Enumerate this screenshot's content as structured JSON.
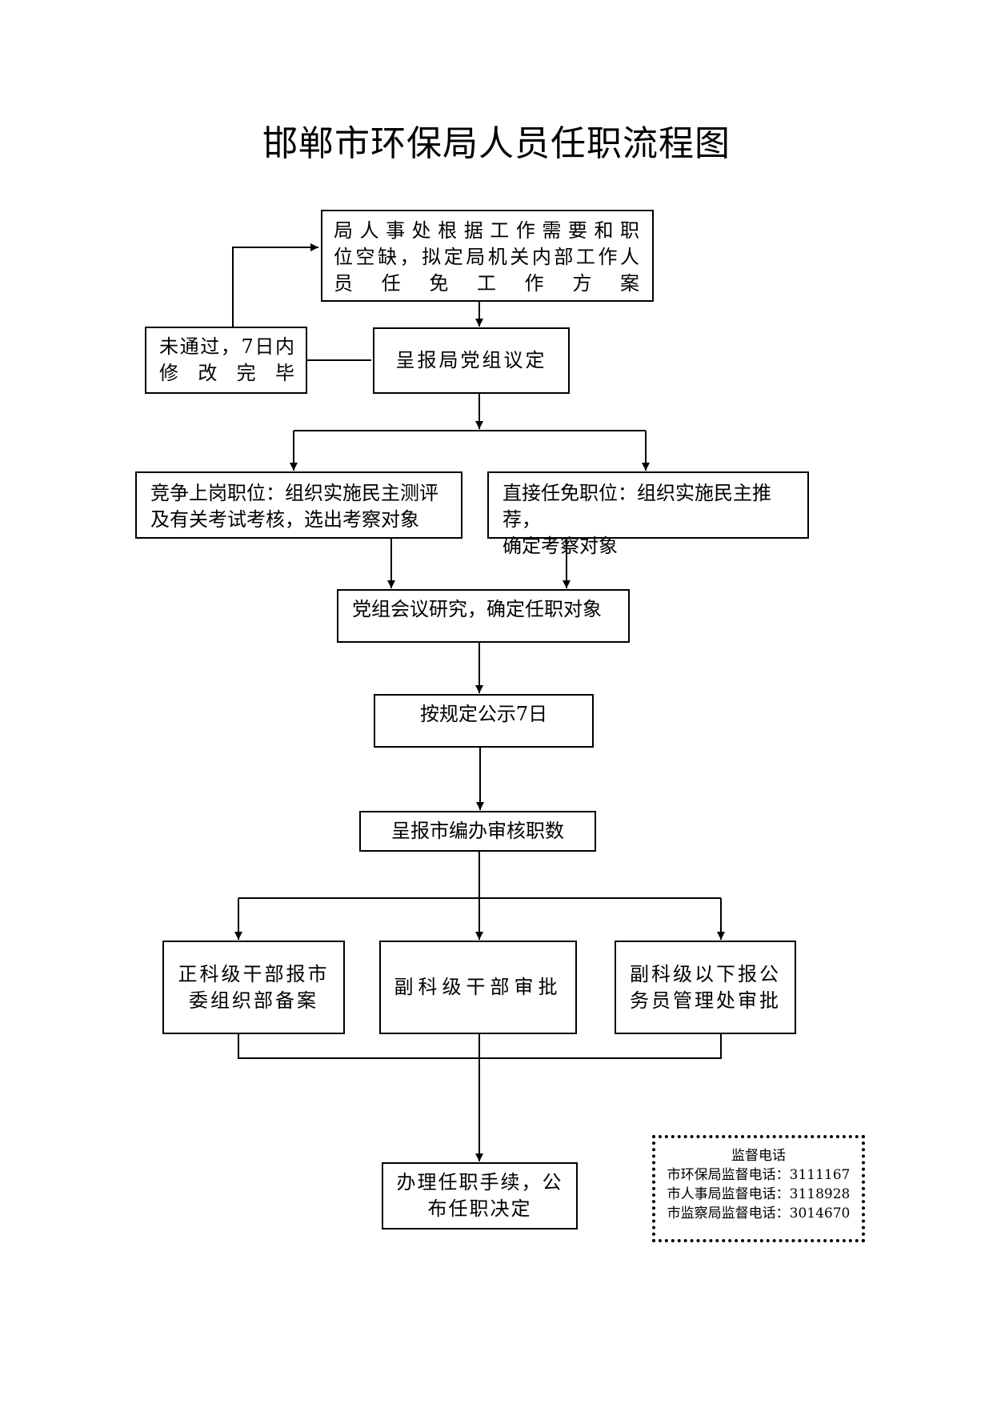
{
  "title": "邯郸市环保局人员任职流程图",
  "steps": {
    "plan": [
      "局人事处根据工作需要和职",
      "位空缺，拟定局机关内部工作人",
      "员　任　免　工　作　方　案"
    ],
    "submit_party": "呈报局党组议定",
    "revise": [
      "未通过，7日内",
      "修　改　完　毕"
    ],
    "compete": [
      "竞争上岗职位：组织实施民主测评",
      "及有关考试考核，选出考察对象"
    ],
    "direct": [
      "直接任免职位：组织实施民主推荐，",
      "确定考察对象"
    ],
    "meeting": "党组会议研究，确定任职对象",
    "publicize": "按规定公示7日",
    "quota": "呈报市编办审核职数",
    "chief": [
      "正科级干部报市",
      "委组织部备案"
    ],
    "deputy": "副科级干部审批",
    "below": [
      "副科级以下报公",
      "务员管理处审批"
    ],
    "finalize": [
      "办理任职手续，公",
      "布任职决定"
    ]
  },
  "supervision": {
    "heading": "监督电话",
    "lines": [
      "市环保局监督电话：3111167",
      "市人事局监督电话：3118928",
      "市监察局监督电话：3014670"
    ]
  }
}
